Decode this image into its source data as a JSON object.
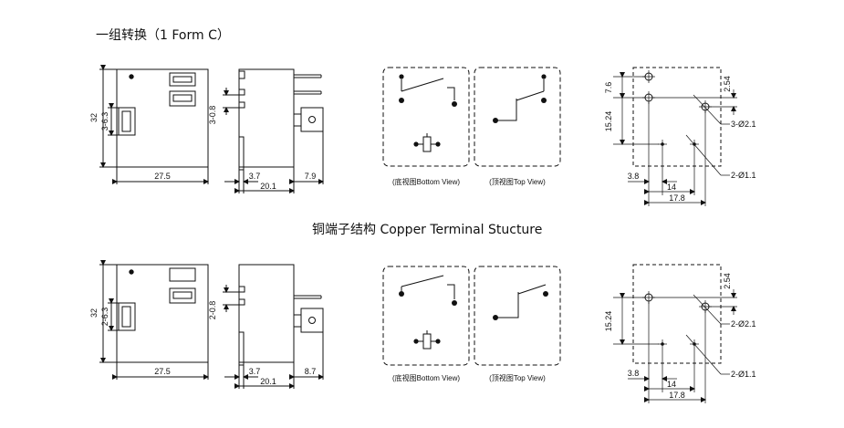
{
  "headings": {
    "top": "一组转换（1 Form C）",
    "middle": "铜端子结构  Copper Terminal Stucture"
  },
  "views": {
    "bottom_caption": "(底视图Bottom View)",
    "top_caption": "(顶视图Top View)"
  },
  "rows": [
    {
      "front": {
        "height": "32",
        "pin_gap": "3-6.3",
        "width": "27.5"
      },
      "side": {
        "pin_thickness": "3-0.8",
        "offset": "3.7",
        "depth": "20.1",
        "terminal": "7.9"
      },
      "pcb": {
        "v_top": "7.6",
        "v_main": "15.24",
        "h_top": "2.54",
        "hole_big": "3-Ø2.1",
        "hole_small": "2-Ø1.1",
        "h_a": "3.8",
        "h_b": "14",
        "h_c": "17.8"
      }
    },
    {
      "front": {
        "height": "32",
        "pin_gap": "2-6.3",
        "width": "27.5"
      },
      "side": {
        "pin_thickness": "2-0.8",
        "offset": "3.7",
        "depth": "20.1",
        "terminal": "8.7"
      },
      "pcb": {
        "v_main": "15.24",
        "h_top": "2.54",
        "hole_big": "2-Ø2.1",
        "hole_small": "2-Ø1.1",
        "h_a": "3.8",
        "h_b": "14",
        "h_c": "17.8"
      }
    }
  ]
}
